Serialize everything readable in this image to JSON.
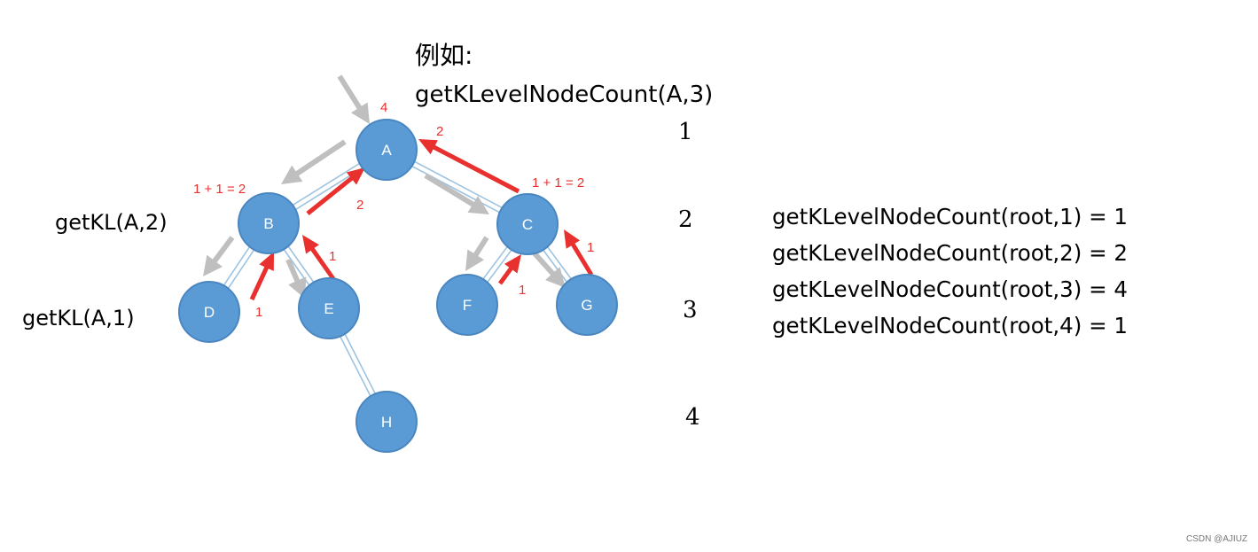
{
  "heading": {
    "cn": "例如:",
    "call": "getKLevelNodeCount(A,3)"
  },
  "side_labels": {
    "level2": "getKL(A,2)",
    "level1": "getKL(A,1)"
  },
  "level_numbers": [
    "1",
    "2",
    "3",
    "4"
  ],
  "results": [
    "getKLevelNodeCount(root,1) = 1",
    "getKLevelNodeCount(root,2) = 2",
    "getKLevelNodeCount(root,3) = 4",
    "getKLevelNodeCount(root,4) = 1"
  ],
  "nodes": [
    {
      "id": "A",
      "label": "A"
    },
    {
      "id": "B",
      "label": "B"
    },
    {
      "id": "C",
      "label": "C"
    },
    {
      "id": "D",
      "label": "D"
    },
    {
      "id": "E",
      "label": "E"
    },
    {
      "id": "F",
      "label": "F"
    },
    {
      "id": "G",
      "label": "G"
    },
    {
      "id": "H",
      "label": "H"
    }
  ],
  "edges": [
    [
      "A",
      "B"
    ],
    [
      "A",
      "C"
    ],
    [
      "B",
      "D"
    ],
    [
      "B",
      "E"
    ],
    [
      "C",
      "F"
    ],
    [
      "C",
      "G"
    ],
    [
      "E",
      "H"
    ]
  ],
  "annotations": {
    "a_total": "4",
    "a_from_c": "2",
    "b_sum": "1 + 1 = 2",
    "b_to_a": "2",
    "c_sum": "1 + 1 = 2",
    "d_to_b": "1",
    "e_to_b": "1",
    "f_to_c": "1",
    "g_to_c": "1"
  },
  "watermark": "CSDN @AJIUZ",
  "colors": {
    "node_fill": "#5b9bd5",
    "node_stroke": "#4a86c0",
    "edge": "#9dc3e0",
    "return_arrow": "#e8302f",
    "call_arrow": "#bfbfbf",
    "annotation": "#e8302f"
  }
}
